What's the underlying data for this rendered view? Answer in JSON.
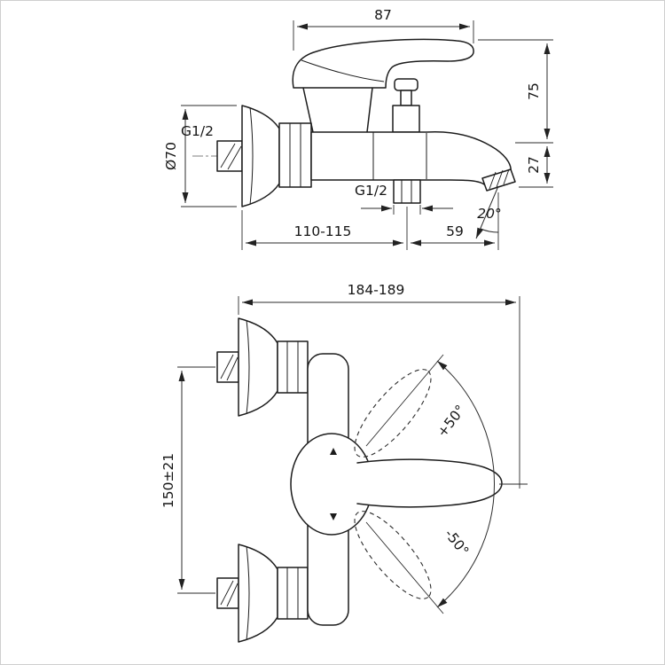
{
  "drawing": {
    "side_view": {
      "dim_handle_length": "87",
      "dim_height_above_axis": "75",
      "dim_spout_drop": "27",
      "dim_flange_diameter": "Ø70",
      "wall_thread_label": "G1/2",
      "outlet_thread_label": "G1/2",
      "dim_wall_to_outlet": "110-115",
      "dim_outlet_to_spout": "59",
      "spout_angle": "20°"
    },
    "front_view": {
      "dim_total_width": "184-189",
      "dim_connection_spacing": "150±21",
      "handle_swing_up": "+50°",
      "handle_swing_down": "-50°"
    }
  }
}
